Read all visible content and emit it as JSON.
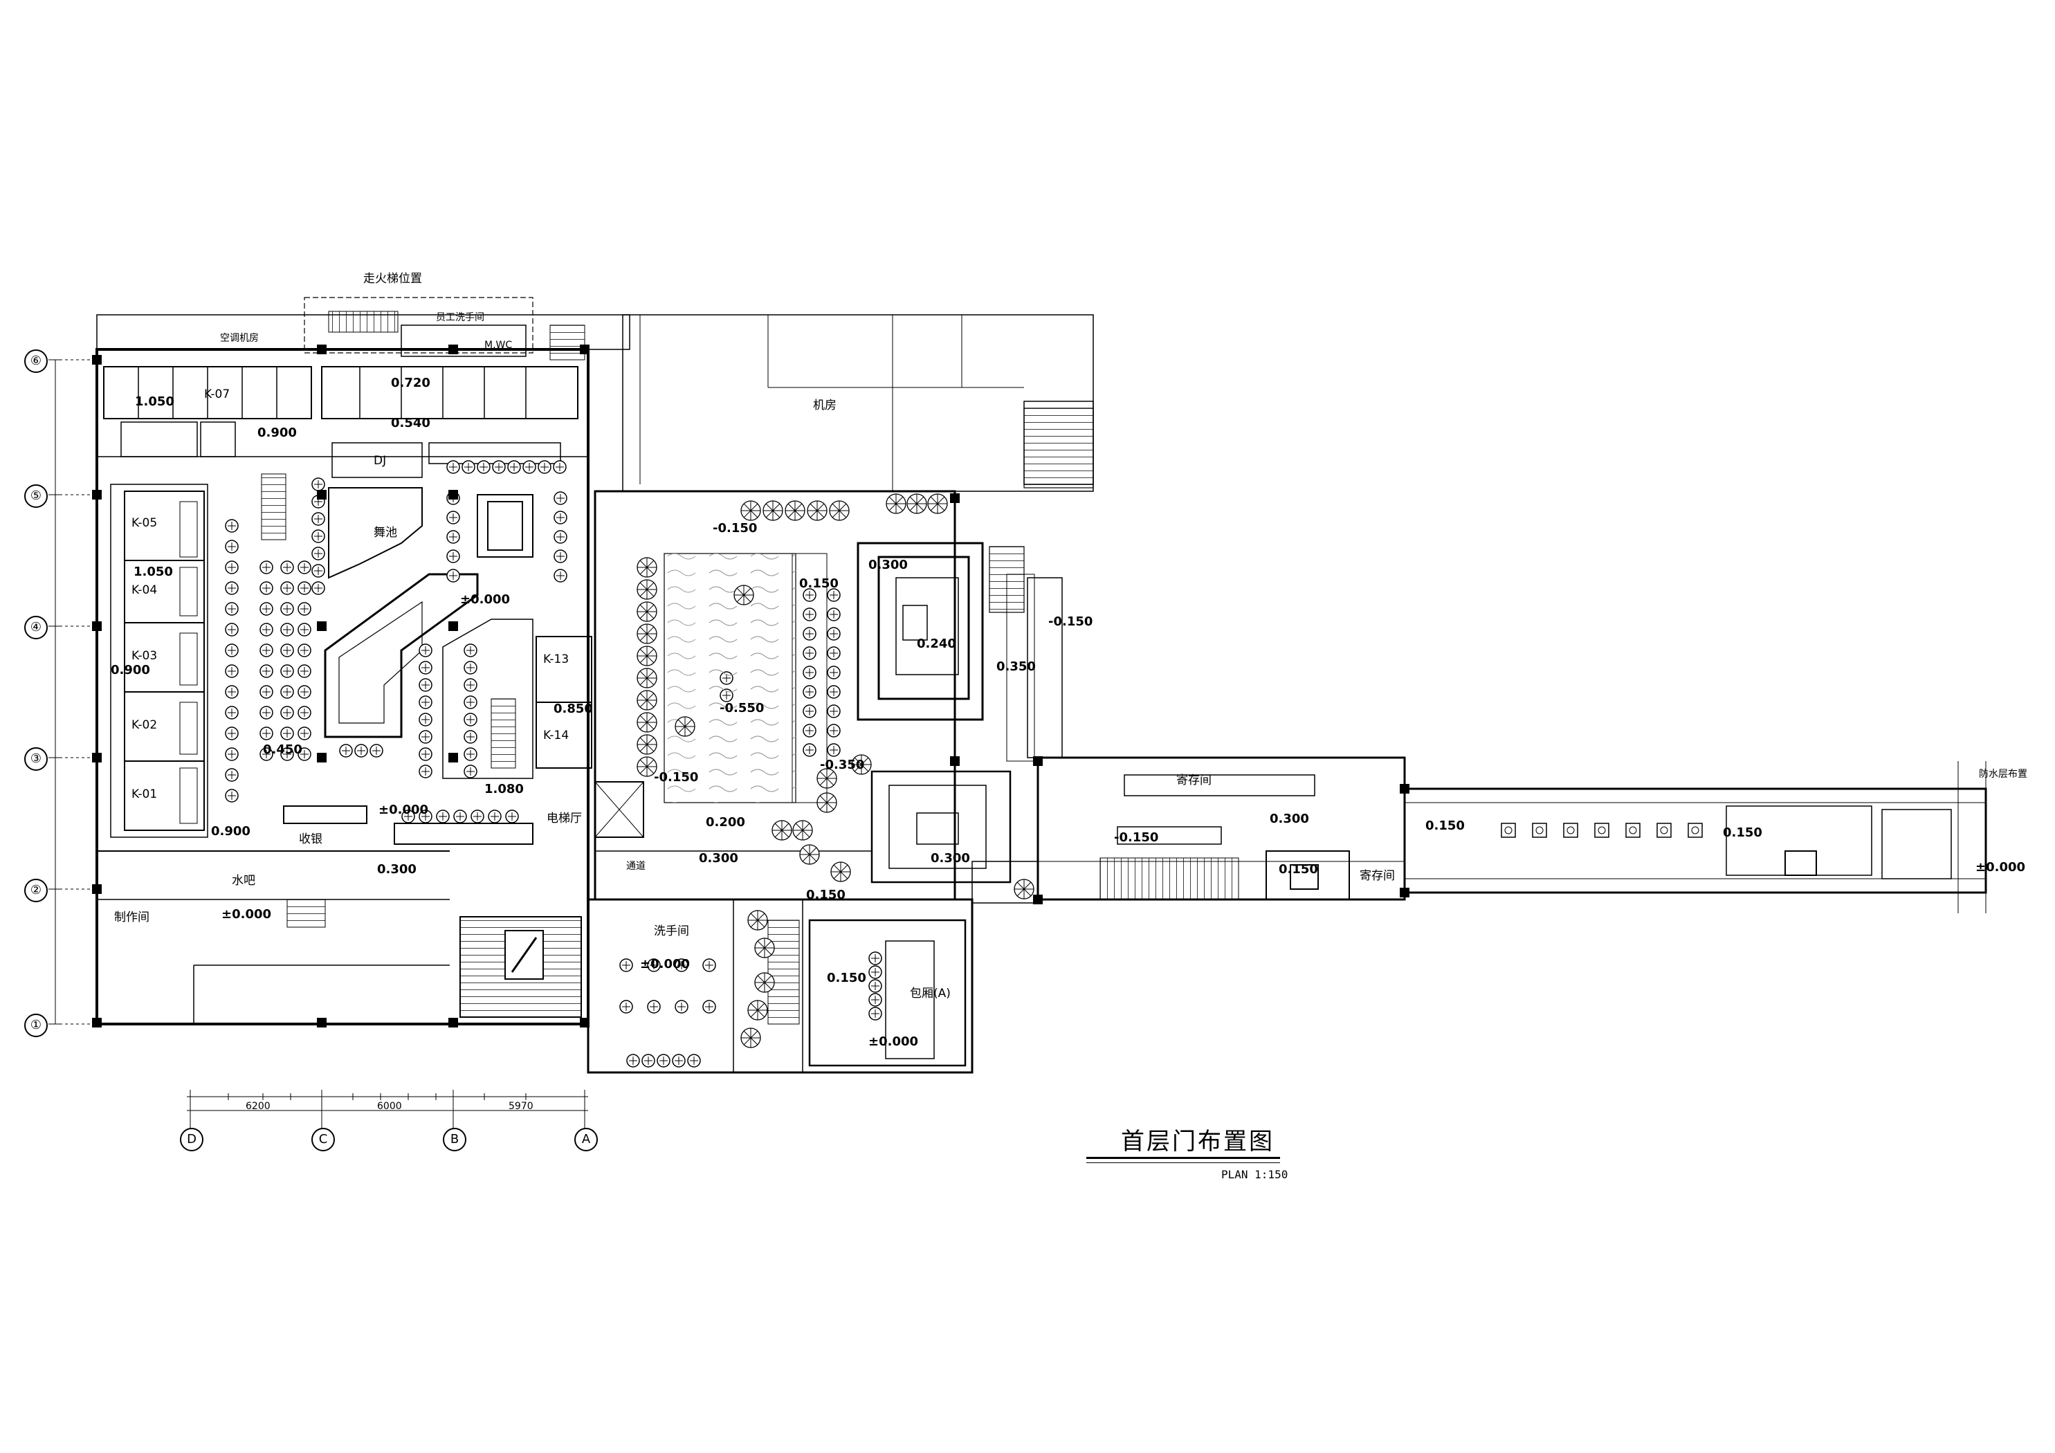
{
  "drawing": {
    "title": "首层门布置图",
    "scale": "PLAN 1:150"
  },
  "axes": {
    "rows": [
      "⑥",
      "⑤",
      "④",
      "③",
      "②",
      "①"
    ],
    "cols": [
      "D",
      "C",
      "B",
      "A"
    ]
  },
  "rooms": {
    "fire_stair": "走火梯位置",
    "staff_wash": "员工洗手间",
    "mwc": "M.WC",
    "ac_room": "空调机房",
    "machine_room": "机房",
    "dj": "DJ",
    "dance_floor": "舞池",
    "k07": "K-07",
    "k05": "K-05",
    "k04": "K-04",
    "k03": "K-03",
    "k02": "K-02",
    "k01": "K-01",
    "k13": "K-13",
    "k14": "K-14",
    "cashier": "收银",
    "water_bar": "水吧",
    "kitchen": "制作间",
    "elevator": "电梯厅",
    "washroom": "洗手间",
    "storage1": "寄存间",
    "storage2": "寄存间",
    "vip_a": "包厢(A)",
    "waterproof": "防水层布置"
  },
  "levels": {
    "l1": "1.050",
    "l2": "0.720",
    "l3": "0.540",
    "l4": "0.900",
    "l5": "1.050",
    "l6": "0.900",
    "l7": "0.450",
    "l8": "0.900",
    "l9": "±0.000",
    "l10": "±0.000",
    "l11": "0.850",
    "l12": "1.080",
    "l13": "0.300",
    "l14": "±0.000",
    "l15": "-0.150",
    "l16": "0.150",
    "l17": "0.300",
    "l18": "0.240",
    "l19": "-0.550",
    "l20": "0.350",
    "l21": "-0.150",
    "l22": "-0.350",
    "l23": "-0.150",
    "l24": "0.200",
    "l25": "0.300",
    "l26": "0.150",
    "l27": "±0.000",
    "l28": "0.150",
    "l29": "±0.000",
    "l30": "0.300",
    "l31": "-0.150",
    "l32": "0.300",
    "l33": "0.150",
    "l34": "0.150",
    "l35": "0.150",
    "l36": "±0.000"
  },
  "dimensions": {
    "d1": "6200",
    "d2": "6000",
    "d3": "5970"
  },
  "notes": {
    "n1": "通道"
  }
}
